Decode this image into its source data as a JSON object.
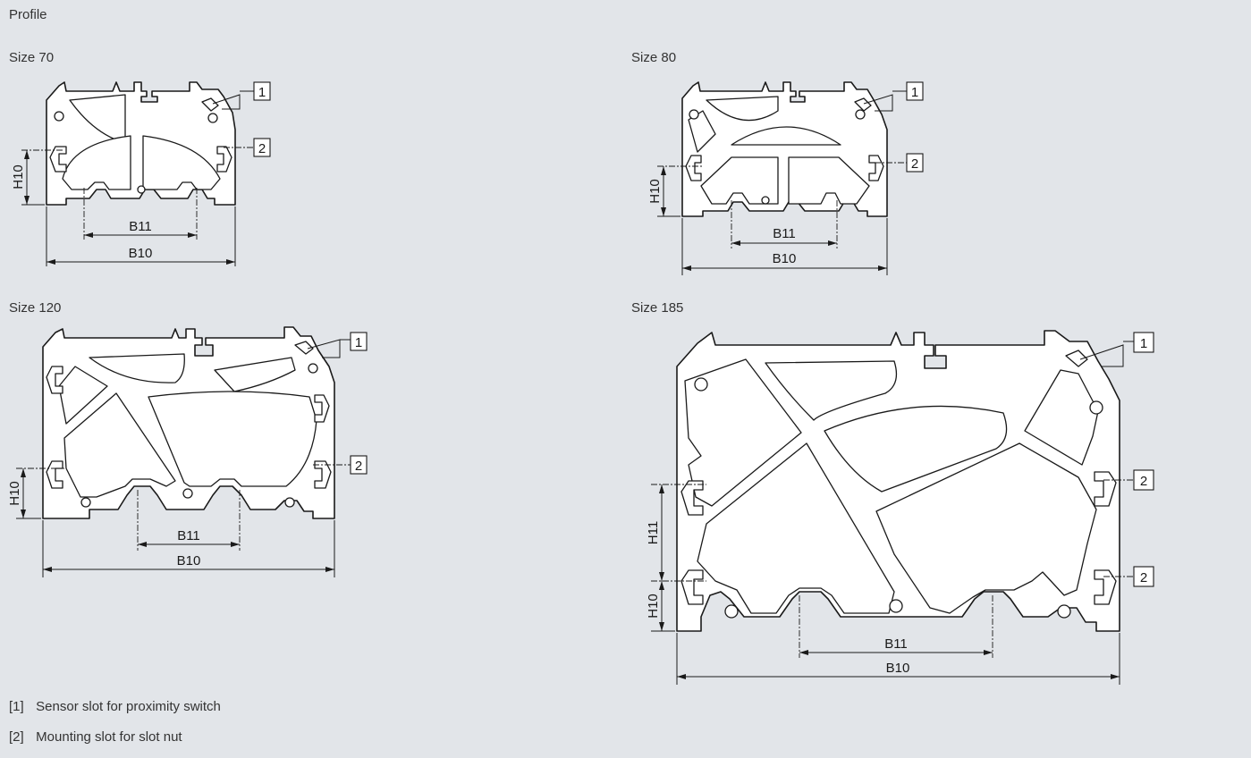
{
  "section_title": "Profile",
  "sizes": [
    {
      "label": "Size 70",
      "dims": {
        "b10": "B10",
        "b11": "B11",
        "h10": "H10"
      },
      "callouts": [
        "1",
        "2"
      ]
    },
    {
      "label": "Size 80",
      "dims": {
        "b10": "B10",
        "b11": "B11",
        "h10": "H10"
      },
      "callouts": [
        "1",
        "2"
      ]
    },
    {
      "label": "Size 120",
      "dims": {
        "b10": "B10",
        "b11": "B11",
        "h10": "H10"
      },
      "callouts": [
        "1",
        "2"
      ]
    },
    {
      "label": "Size 185",
      "dims": {
        "b10": "B10",
        "b11": "B11",
        "h10": "H10",
        "h11": "H11"
      },
      "callouts": [
        "1",
        "2",
        "2"
      ]
    }
  ],
  "legend": [
    {
      "num": "[1]",
      "text": "Sensor slot for proximity switch"
    },
    {
      "num": "[2]",
      "text": "Mounting slot for slot nut"
    }
  ]
}
